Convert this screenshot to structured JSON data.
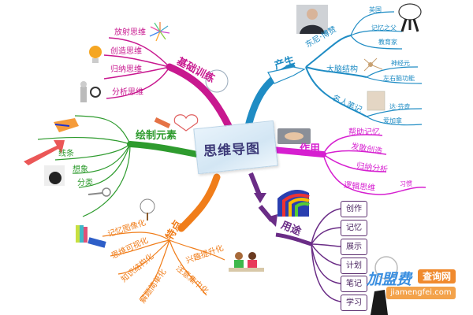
{
  "center": {
    "title": "思维导图"
  },
  "colors": {
    "basic_training": "#c8188f",
    "origin": "#1f8cc4",
    "drawing": "#2e9b2e",
    "function": "#d61fd0",
    "features": "#f07d1a",
    "usage": "#6a2c86"
  },
  "branches": {
    "basic_training": {
      "label": "基础训练",
      "items": [
        "放射思维",
        "创造思维",
        "归纳思维",
        "分析思维"
      ]
    },
    "origin": {
      "label": "产生",
      "groups": [
        {
          "label": "东尼·博赞",
          "items": [
            "英国",
            "记忆之父",
            "教育家"
          ]
        },
        {
          "label": "大脑结构",
          "items": [
            "神经元",
            "左右脑功能"
          ]
        },
        {
          "label": "名人笔记",
          "items": [
            "达·芬奇",
            "爱加拿"
          ]
        }
      ]
    },
    "drawing": {
      "label": "绘制元素",
      "items": [
        "线条",
        "想象",
        "分类"
      ]
    },
    "function": {
      "label": "作用",
      "items": [
        "帮助记忆",
        "发散创造",
        "归纳分析",
        "逻辑思维"
      ],
      "sub": "习惯"
    },
    "features": {
      "label": "特点",
      "items": [
        "记忆图像化",
        "思维可视化",
        "知识结构化",
        "解题简单化",
        "兴趣提升化",
        "注意集中化"
      ]
    },
    "usage": {
      "label": "用途",
      "items": [
        "创作",
        "记忆",
        "展示",
        "计划",
        "笔记",
        "学习"
      ]
    }
  },
  "watermark": {
    "brand": "加盟费",
    "tag": "查询网",
    "url": "jiamengfei.com"
  }
}
